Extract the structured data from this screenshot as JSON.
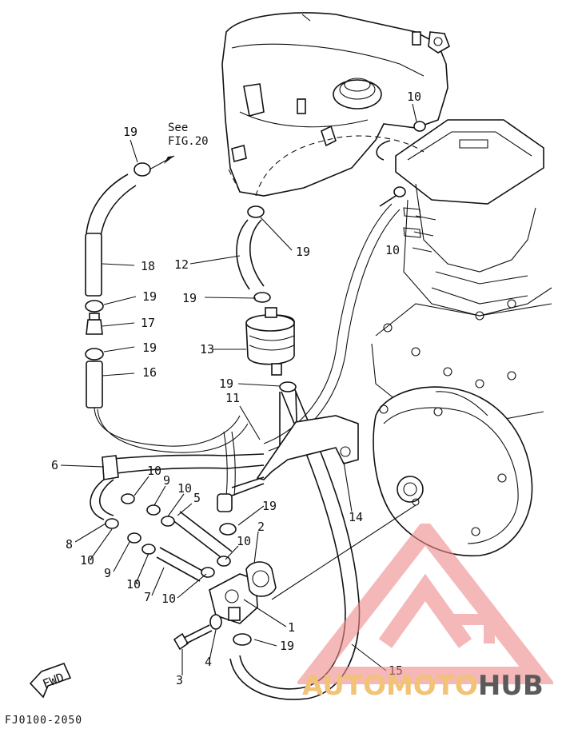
{
  "document_code": "FJ0100-2050",
  "reference_note": {
    "line1": "See",
    "line2": "FIG.20"
  },
  "direction_badge": "FWD",
  "callouts": [
    {
      "id": "c19a",
      "label": "19"
    },
    {
      "id": "c10a",
      "label": "10"
    },
    {
      "id": "c18",
      "label": "18"
    },
    {
      "id": "c12",
      "label": "12"
    },
    {
      "id": "c19b",
      "label": "19"
    },
    {
      "id": "c10b",
      "label": "10"
    },
    {
      "id": "c19c",
      "label": "19"
    },
    {
      "id": "c19d",
      "label": "19"
    },
    {
      "id": "c17",
      "label": "17"
    },
    {
      "id": "c13",
      "label": "13"
    },
    {
      "id": "c19e",
      "label": "19"
    },
    {
      "id": "c16",
      "label": "16"
    },
    {
      "id": "c19f",
      "label": "19"
    },
    {
      "id": "c11",
      "label": "11"
    },
    {
      "id": "c6",
      "label": "6"
    },
    {
      "id": "c10c",
      "label": "10"
    },
    {
      "id": "c9a",
      "label": "9"
    },
    {
      "id": "c10d",
      "label": "10"
    },
    {
      "id": "c5",
      "label": "5"
    },
    {
      "id": "c19g",
      "label": "19"
    },
    {
      "id": "c14",
      "label": "14"
    },
    {
      "id": "c2",
      "label": "2"
    },
    {
      "id": "c8",
      "label": "8"
    },
    {
      "id": "c10e",
      "label": "10"
    },
    {
      "id": "c9b",
      "label": "9"
    },
    {
      "id": "c10f",
      "label": "10"
    },
    {
      "id": "c10g",
      "label": "10"
    },
    {
      "id": "c7",
      "label": "7"
    },
    {
      "id": "c10h",
      "label": "10"
    },
    {
      "id": "c1",
      "label": "1"
    },
    {
      "id": "c19h",
      "label": "19"
    },
    {
      "id": "c4",
      "label": "4"
    },
    {
      "id": "c3",
      "label": "3"
    },
    {
      "id": "c15",
      "label": "15"
    }
  ],
  "watermark": {
    "brand_part1": "AUTOMOTO",
    "brand_part2": "HUB",
    "color_logo": "#f08a8a",
    "color_text1": "#f2c276",
    "color_text2": "#5a5a5a"
  }
}
